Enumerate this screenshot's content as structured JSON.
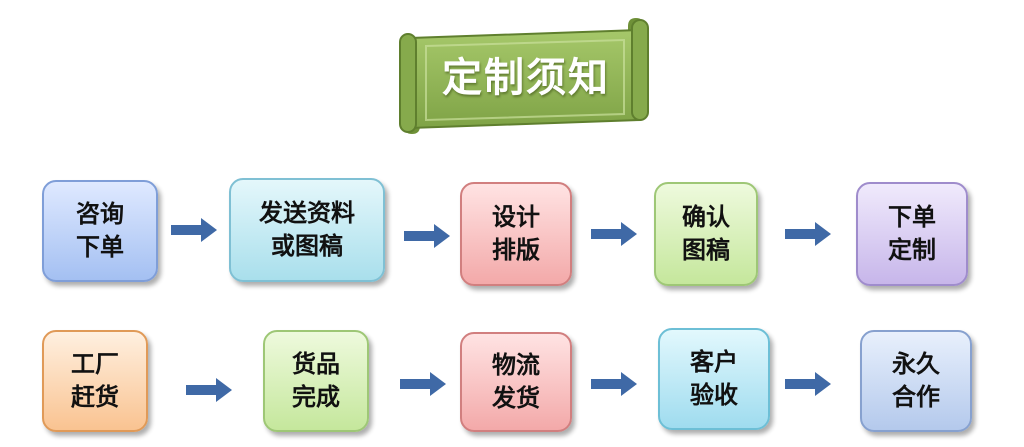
{
  "banner": {
    "title": "定制须知",
    "color": "#8fb352"
  },
  "flow": {
    "row1": [
      {
        "lines": [
          "咨询",
          "下单"
        ]
      },
      {
        "lines": [
          "发送资料",
          "或图稿"
        ]
      },
      {
        "lines": [
          "设计",
          "排版"
        ]
      },
      {
        "lines": [
          "确认",
          "图稿"
        ]
      },
      {
        "lines": [
          "下单",
          "定制"
        ]
      }
    ],
    "row2": [
      {
        "lines": [
          "工厂",
          "赶货"
        ]
      },
      {
        "lines": [
          "货品",
          "完成"
        ]
      },
      {
        "lines": [
          "物流",
          "发货"
        ]
      },
      {
        "lines": [
          "客户",
          "验收"
        ]
      },
      {
        "lines": [
          "永久",
          "合作"
        ]
      }
    ]
  },
  "colors": {
    "arrow": "#3f69a6"
  }
}
